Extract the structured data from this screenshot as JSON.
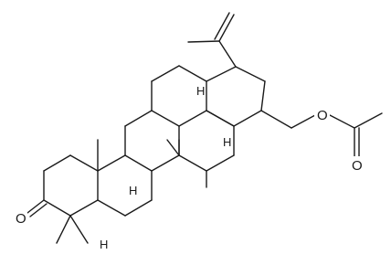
{
  "molecule": {
    "atom_labels": {
      "ketone_oxygen": "O",
      "ester_oxygen_link": "O",
      "ester_carbonyl_oxygen": "O"
    },
    "hydrogen_labels": [
      "H",
      "H",
      "H",
      "H"
    ]
  }
}
